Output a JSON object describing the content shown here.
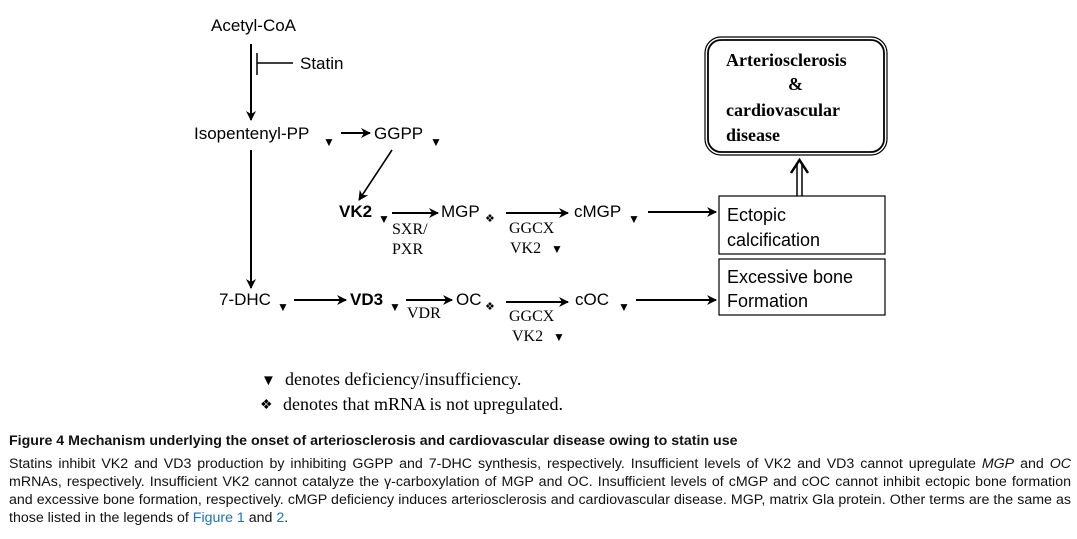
{
  "diagram": {
    "nodes": {
      "acetyl_coa": "Acetyl-CoA",
      "statin": "Statin",
      "isopentenyl_pp": "Isopentenyl-PP",
      "ggpp": "GGPP",
      "vk2": "VK2",
      "mgp": "MGP",
      "cmgp": "cMGP",
      "seven_dhc": "7-DHC",
      "vd3": "VD3",
      "oc": "OC",
      "coc": "cOC"
    },
    "edge_labels": {
      "sxr_line1": "SXR/",
      "sxr_line2": "PXR",
      "ggcx_top": "GGCX",
      "vk2_top": "VK2",
      "vdr": "VDR",
      "ggcx_bottom": "GGCX",
      "vk2_bottom": "VK2"
    },
    "boxes": {
      "outcome": [
        "Arteriosclerosis",
        "&",
        "cardiovascular",
        "disease"
      ],
      "ectopic": [
        "Ectopic",
        "calcification"
      ],
      "bone": [
        "Excessive bone",
        "Formation"
      ]
    },
    "symbols": {
      "deficiency": "▼",
      "not_upregulated": "❖"
    },
    "legend": {
      "deficiency_text": "denotes deficiency/insufficiency.",
      "not_upregulated_text": "denotes that mRNA is not upregulated."
    }
  },
  "caption": {
    "title": "Figure 4 Mechanism underlying the onset of arteriosclerosis and cardiovascular disease owing to statin use",
    "body_part1": "Statins inhibit VK2 and VD3 production by inhibiting GGPP and 7-DHC synthesis, respectively. Insufficient levels of VK2 and VD3 cannot upregulate ",
    "italic_mgp": "MGP",
    "body_part2": " and ",
    "italic_oc": "OC",
    "body_part3": " mRNAs, respectively. Insufficient VK2 cannot catalyze the γ-carboxylation of MGP and OC. Insufficient levels of cMGP and cOC cannot inhibit ectopic bone formation and excessive bone formation, respectively. cMGP deficiency induces arteriosclerosis and cardiovascular disease. MGP, matrix Gla protein. Other terms are the same as those listed in the legends of ",
    "link_figure1": "Figure 1",
    "body_part4": " and ",
    "link_figure2": "2",
    "body_part5": ".",
    "link_color": "#1a73b8"
  }
}
